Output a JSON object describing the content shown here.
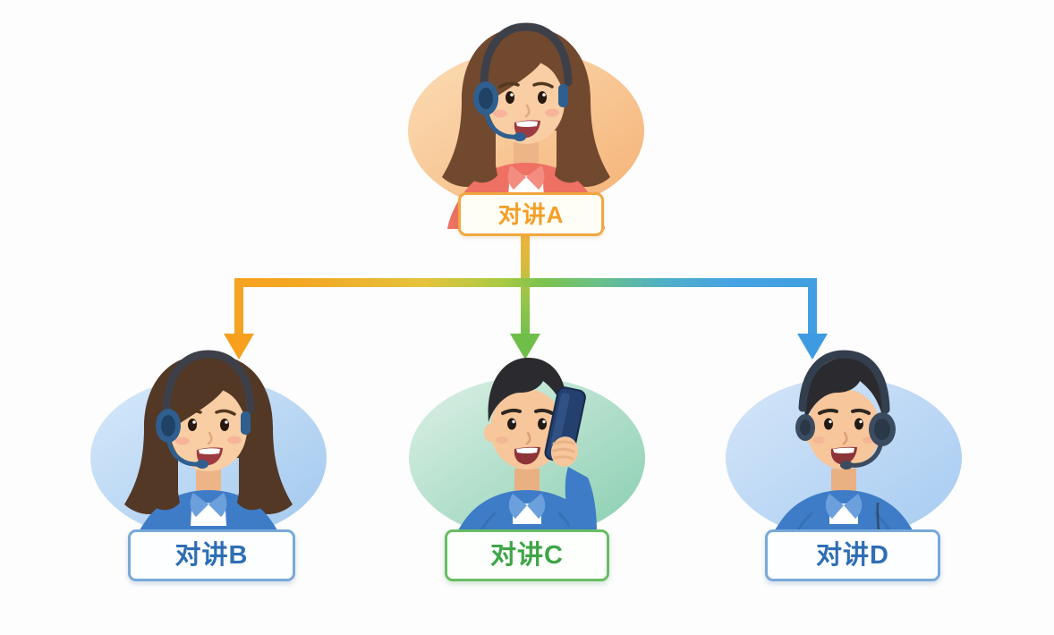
{
  "page": {
    "background_color": "#FDFDFD"
  },
  "diagram": {
    "nodes": [
      {
        "id": "A",
        "label": "对讲A",
        "position": "top-center",
        "person": "female-agent-wearing-headset",
        "label_text_color": "#F59E26",
        "label_border_color": "#F1A73E",
        "bubble_gradient": [
          "#FBDDB6",
          "#F5B276"
        ]
      },
      {
        "id": "B",
        "label": "对讲B",
        "position": "bottom-left",
        "person": "female-agent-wearing-headset",
        "label_text_color": "#2F6EB5",
        "label_border_color": "#79A9D8",
        "bubble_gradient": [
          "#D7E9FA",
          "#A1C8EE"
        ]
      },
      {
        "id": "C",
        "label": "对讲C",
        "position": "bottom-center",
        "person": "male-agent-holding-phone",
        "label_text_color": "#3FA547",
        "label_border_color": "#69BD63",
        "bubble_gradient": [
          "#DDF0E7",
          "#88CEB0"
        ]
      },
      {
        "id": "D",
        "label": "对讲D",
        "position": "bottom-right",
        "person": "male-agent-wearing-headset",
        "label_text_color": "#2F6EB5",
        "label_border_color": "#79A9D8",
        "bubble_gradient": [
          "#D5E6F9",
          "#A6CBF1"
        ]
      }
    ],
    "connections": [
      {
        "from": "对讲A",
        "to": "对讲B",
        "arrow_color": "#F5A322"
      },
      {
        "from": "对讲A",
        "to": "对讲C",
        "arrow_color": "#6FBE4A"
      },
      {
        "from": "对讲A",
        "to": "对讲D",
        "arrow_color": "#42A0E2"
      }
    ]
  }
}
